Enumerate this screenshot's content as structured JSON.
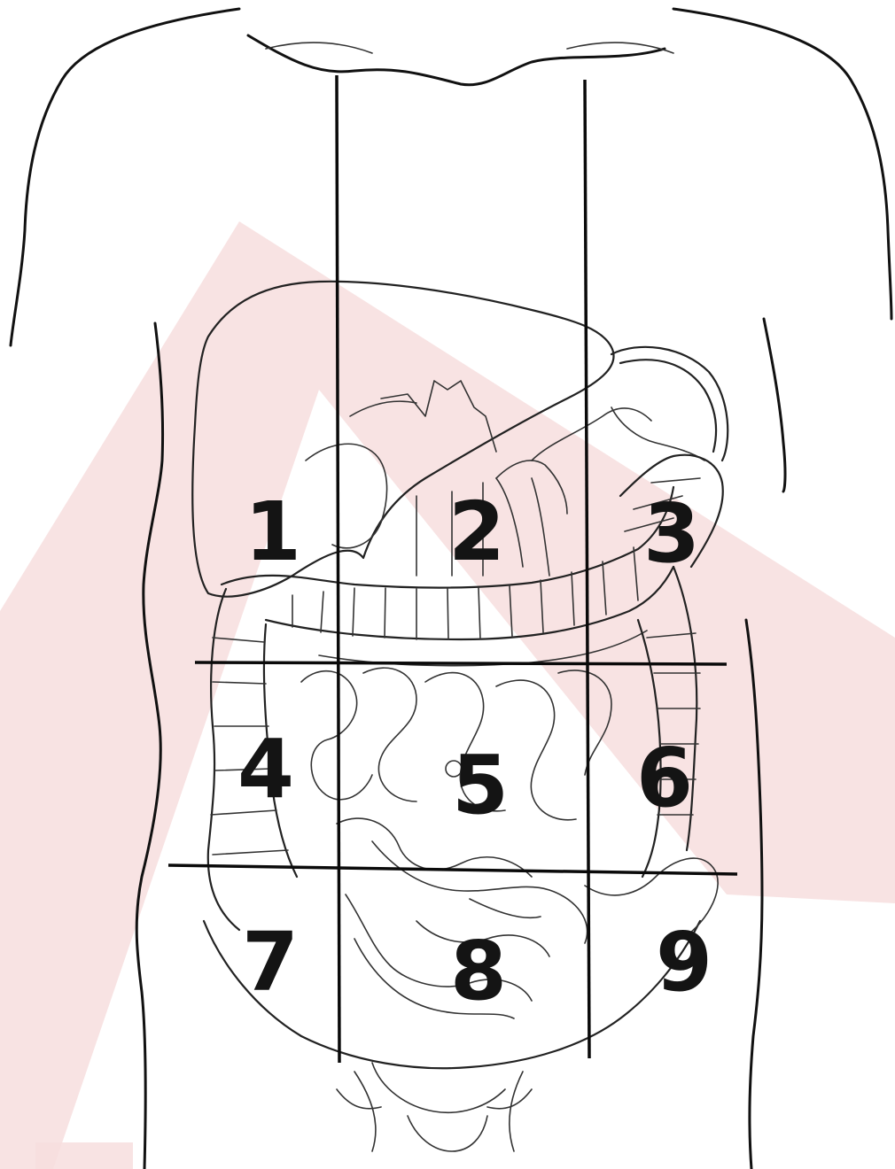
{
  "diagram": {
    "regions": [
      {
        "id": 1,
        "label": "1"
      },
      {
        "id": 2,
        "label": "2"
      },
      {
        "id": 3,
        "label": "3"
      },
      {
        "id": 4,
        "label": "4"
      },
      {
        "id": 5,
        "label": "5"
      },
      {
        "id": 6,
        "label": "6"
      },
      {
        "id": 7,
        "label": "7"
      },
      {
        "id": 8,
        "label": "8"
      },
      {
        "id": 9,
        "label": "9"
      }
    ],
    "colors": {
      "watermark": "#f6dada",
      "line": "#111111"
    }
  }
}
